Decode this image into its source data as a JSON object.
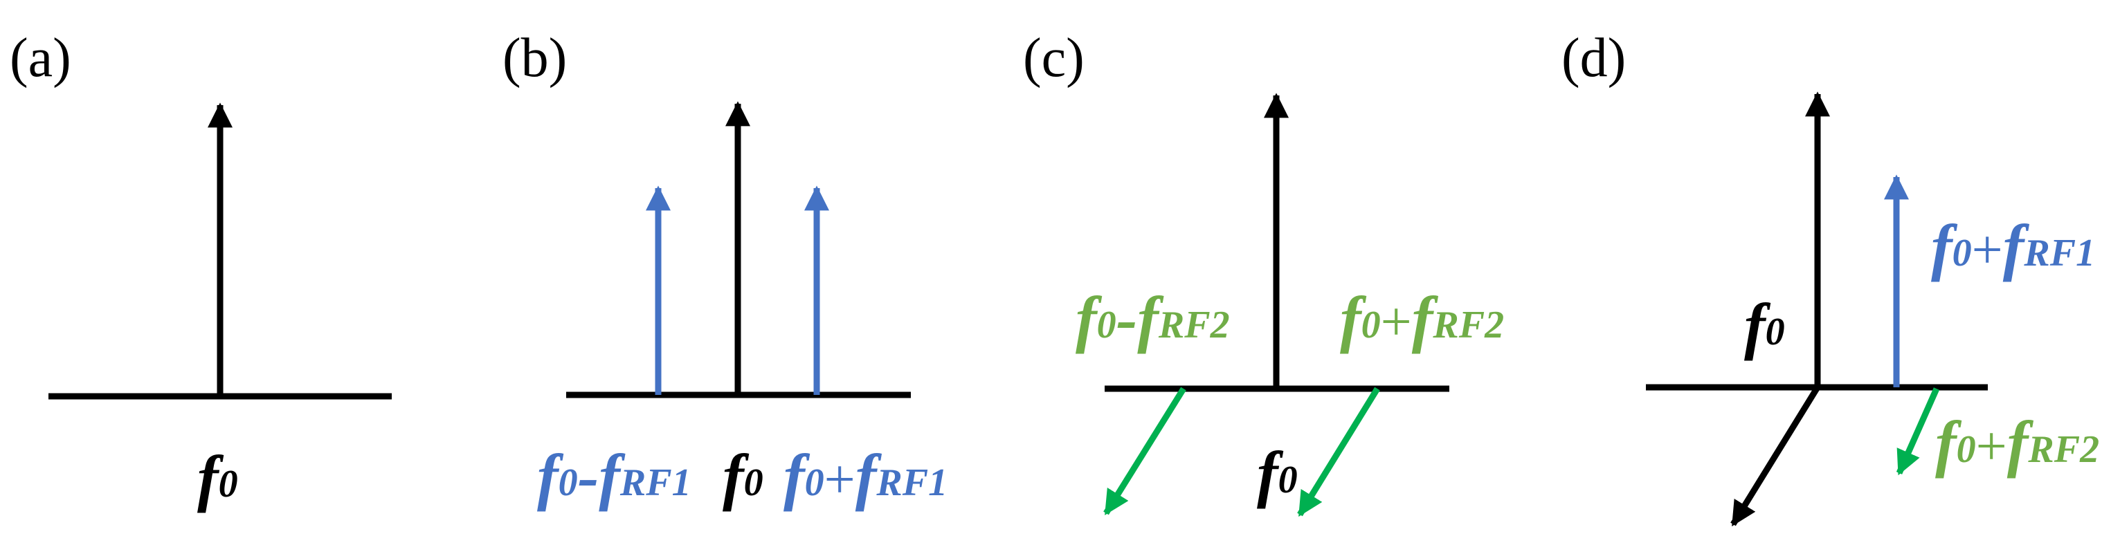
{
  "colors": {
    "axis": "#000000",
    "rf1": "#4472C4",
    "rf2_arrow": "#00B050",
    "rf2_text": "#70AD47"
  },
  "panels": [
    {
      "label": "(a)",
      "labels": {
        "f0": {
          "main": "f",
          "sub": "0"
        }
      }
    },
    {
      "label": "(b)",
      "labels": {
        "lower": {
          "main": "f",
          "sub": "0",
          "op": "-",
          "main2": "f",
          "sub2": "RF1"
        },
        "f0": {
          "main": "f",
          "sub": "0"
        },
        "upper": {
          "main": "f",
          "sub": "0",
          "op": "+",
          "main2": "f",
          "sub2": "RF1"
        }
      }
    },
    {
      "label": "(c)",
      "labels": {
        "lower": {
          "main": "f",
          "sub": "0",
          "op": "-",
          "main2": "f",
          "sub2": "RF2"
        },
        "upper": {
          "main": "f",
          "sub": "0",
          "op": "+",
          "main2": "f",
          "sub2": "RF2"
        },
        "f0": {
          "main": "f",
          "sub": "0"
        }
      }
    },
    {
      "label": "(d)",
      "labels": {
        "f0": {
          "main": "f",
          "sub": "0"
        },
        "rf1": {
          "main": "f",
          "sub": "0",
          "op": "+",
          "main2": "f",
          "sub2": "RF1"
        },
        "rf2": {
          "main": "f",
          "sub": "0",
          "op": "+",
          "main2": "f",
          "sub2": "RF2"
        }
      }
    }
  ]
}
